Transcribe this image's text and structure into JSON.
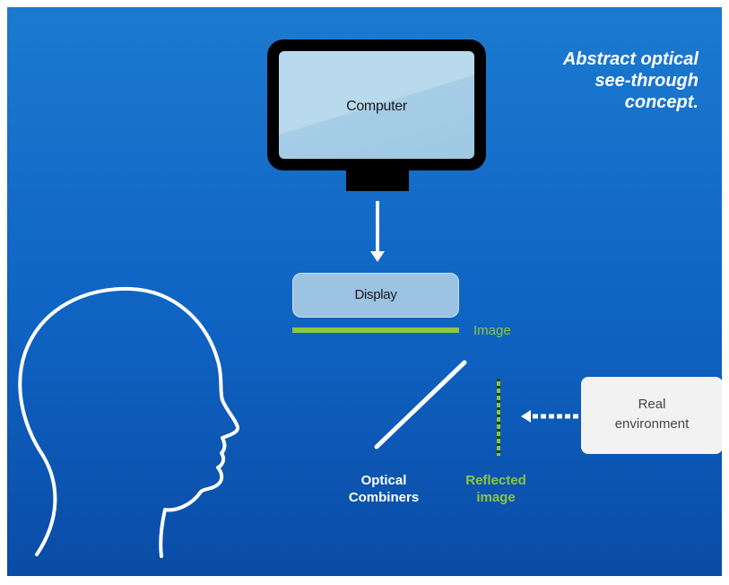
{
  "title": {
    "line1": "Abstract optical",
    "line2": "see-through",
    "line3": "concept."
  },
  "computer": {
    "label": "Computer"
  },
  "display": {
    "label": "Display"
  },
  "image": {
    "label": "Image"
  },
  "optical_combiners": {
    "line1": "Optical",
    "line2": "Combiners"
  },
  "reflected_image": {
    "line1": "Reflected",
    "line2": "image"
  },
  "real_environment": {
    "line1": "Real",
    "line2": "environment"
  },
  "colors": {
    "background": "#0f63c3",
    "accent_green": "#8dc63f",
    "white": "#ffffff"
  },
  "icons": [
    "head-silhouette-icon",
    "computer-monitor-icon"
  ]
}
